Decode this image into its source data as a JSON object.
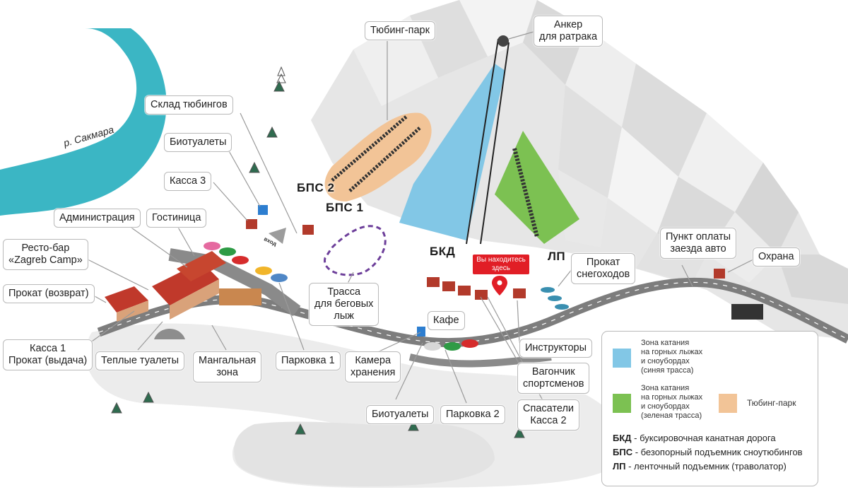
{
  "map_title": "",
  "colors": {
    "blue_zone": "#82c7e6",
    "green_zone": "#7cc152",
    "tubing_zone": "#f2c497",
    "river": "#3bb6c4",
    "marker_red": "#e11e26"
  },
  "river_label": "р. Сакмара",
  "callouts": {
    "tubing_park": "Тюбинг-парк",
    "groomer_anchor": "Анкер\nдля ратрака",
    "tubing_storage": "Склад тюбингов",
    "biotoilets_top": "Биотуалеты",
    "cashier3": "Касса 3",
    "administration": "Администрация",
    "hotel": "Гостиница",
    "resto_bar": "Ресто-бар\n«Zagreb Camp»",
    "rental_return": "Прокат (возврат)",
    "cashier1": "Касса 1\nПрокат (выдача)",
    "warm_toilets": "Теплые туалеты",
    "bbq_zone": "Мангальная\nзона",
    "parking1": "Парковка 1",
    "xc_track": "Трасса\nдля беговых\nлыж",
    "cafe": "Кафе",
    "storage_room": "Камера\nхранения",
    "biotoilets_bottom": "Биотуалеты",
    "parking2": "Парковка 2",
    "rescuers": "Спасатели\nКасса 2",
    "athletes_trailer": "Вагончик\nспортсменов",
    "instructors": "Инструкторы",
    "snowmobile_rental": "Прокат\nснегоходов",
    "car_payment": "Пункт оплаты\nзаезда авто",
    "security": "Охрана"
  },
  "lift_tags": {
    "bps2": "БПС 2",
    "bps1": "БПС 1",
    "bkd": "БКД",
    "lp": "ЛП"
  },
  "you_are_here": "Вы находитесь\nздесь",
  "entry_sign": "вход",
  "legend": {
    "blue_zone": "Зона катания\nна горных лыжах\nи сноубордах\n(синяя трасса)",
    "green_zone": "Зона катания\nна горных лыжах\nи сноубордах\n(зеленая трасса)",
    "tubing": "Тюбинг-парк",
    "abbr": [
      {
        "code": "БКД",
        "desc": " - буксировочная канатная дорога"
      },
      {
        "code": "БПС",
        "desc": " - безопорный подъемник сноутюбингов"
      },
      {
        "code": "ЛП",
        "desc": " - ленточный подъемник (траволатор)"
      }
    ]
  }
}
